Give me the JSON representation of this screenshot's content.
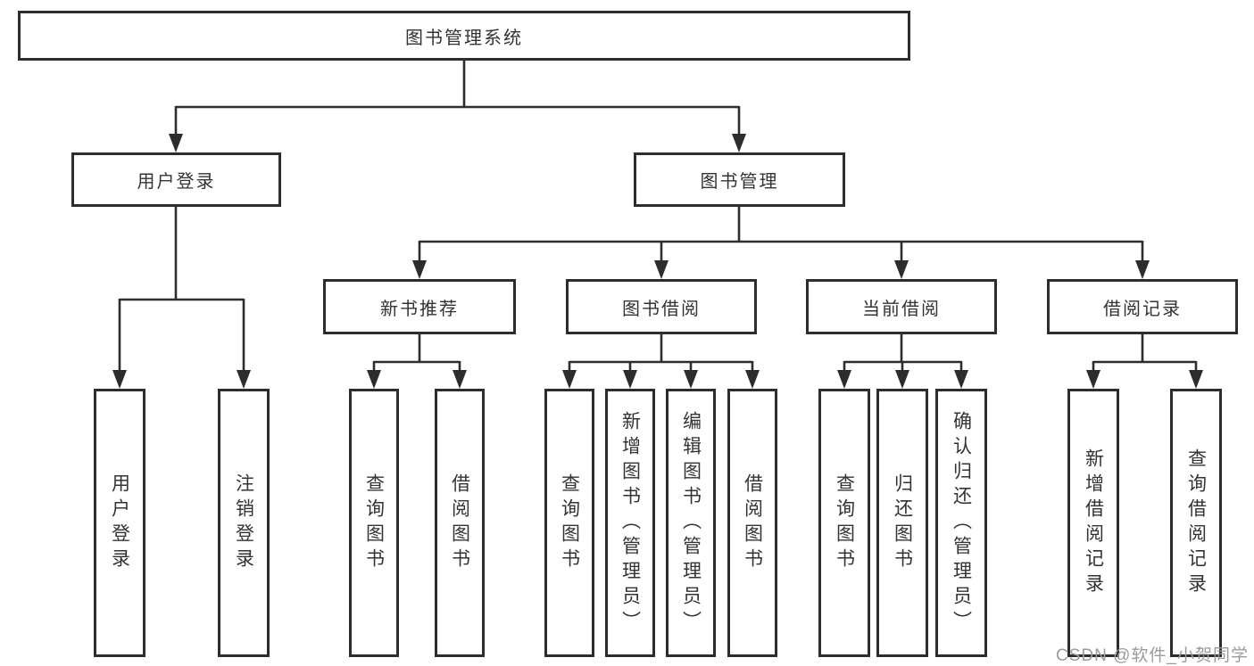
{
  "diagram_type": "tree-hierarchy",
  "root": {
    "label": "图书管理系统"
  },
  "branches": [
    {
      "label": "用户登录",
      "leaves": [
        "用户登录",
        "注销登录"
      ]
    },
    {
      "label": "图书管理"
    }
  ],
  "modules": [
    {
      "label": "新书推荐",
      "leaves": [
        "查询图书",
        "借阅图书"
      ]
    },
    {
      "label": "图书借阅",
      "leaves": [
        "查询图书",
        "新增图书（管理员）",
        "编辑图书（管理员）",
        "借阅图书"
      ]
    },
    {
      "label": "当前借阅",
      "leaves": [
        "查询图书",
        "归还图书",
        "确认归还（管理员）"
      ]
    },
    {
      "label": "借阅记录",
      "leaves": [
        "新增借阅记录",
        "查询借阅记录"
      ]
    }
  ],
  "watermark": "CSDN @软件_小贺同学",
  "colors": {
    "line": "#2d2d2d",
    "box_border": "#2d2d2d",
    "box_fill": "#ffffff",
    "text": "#333333",
    "watermark": "#9b9b9b",
    "background": "#ffffff"
  }
}
